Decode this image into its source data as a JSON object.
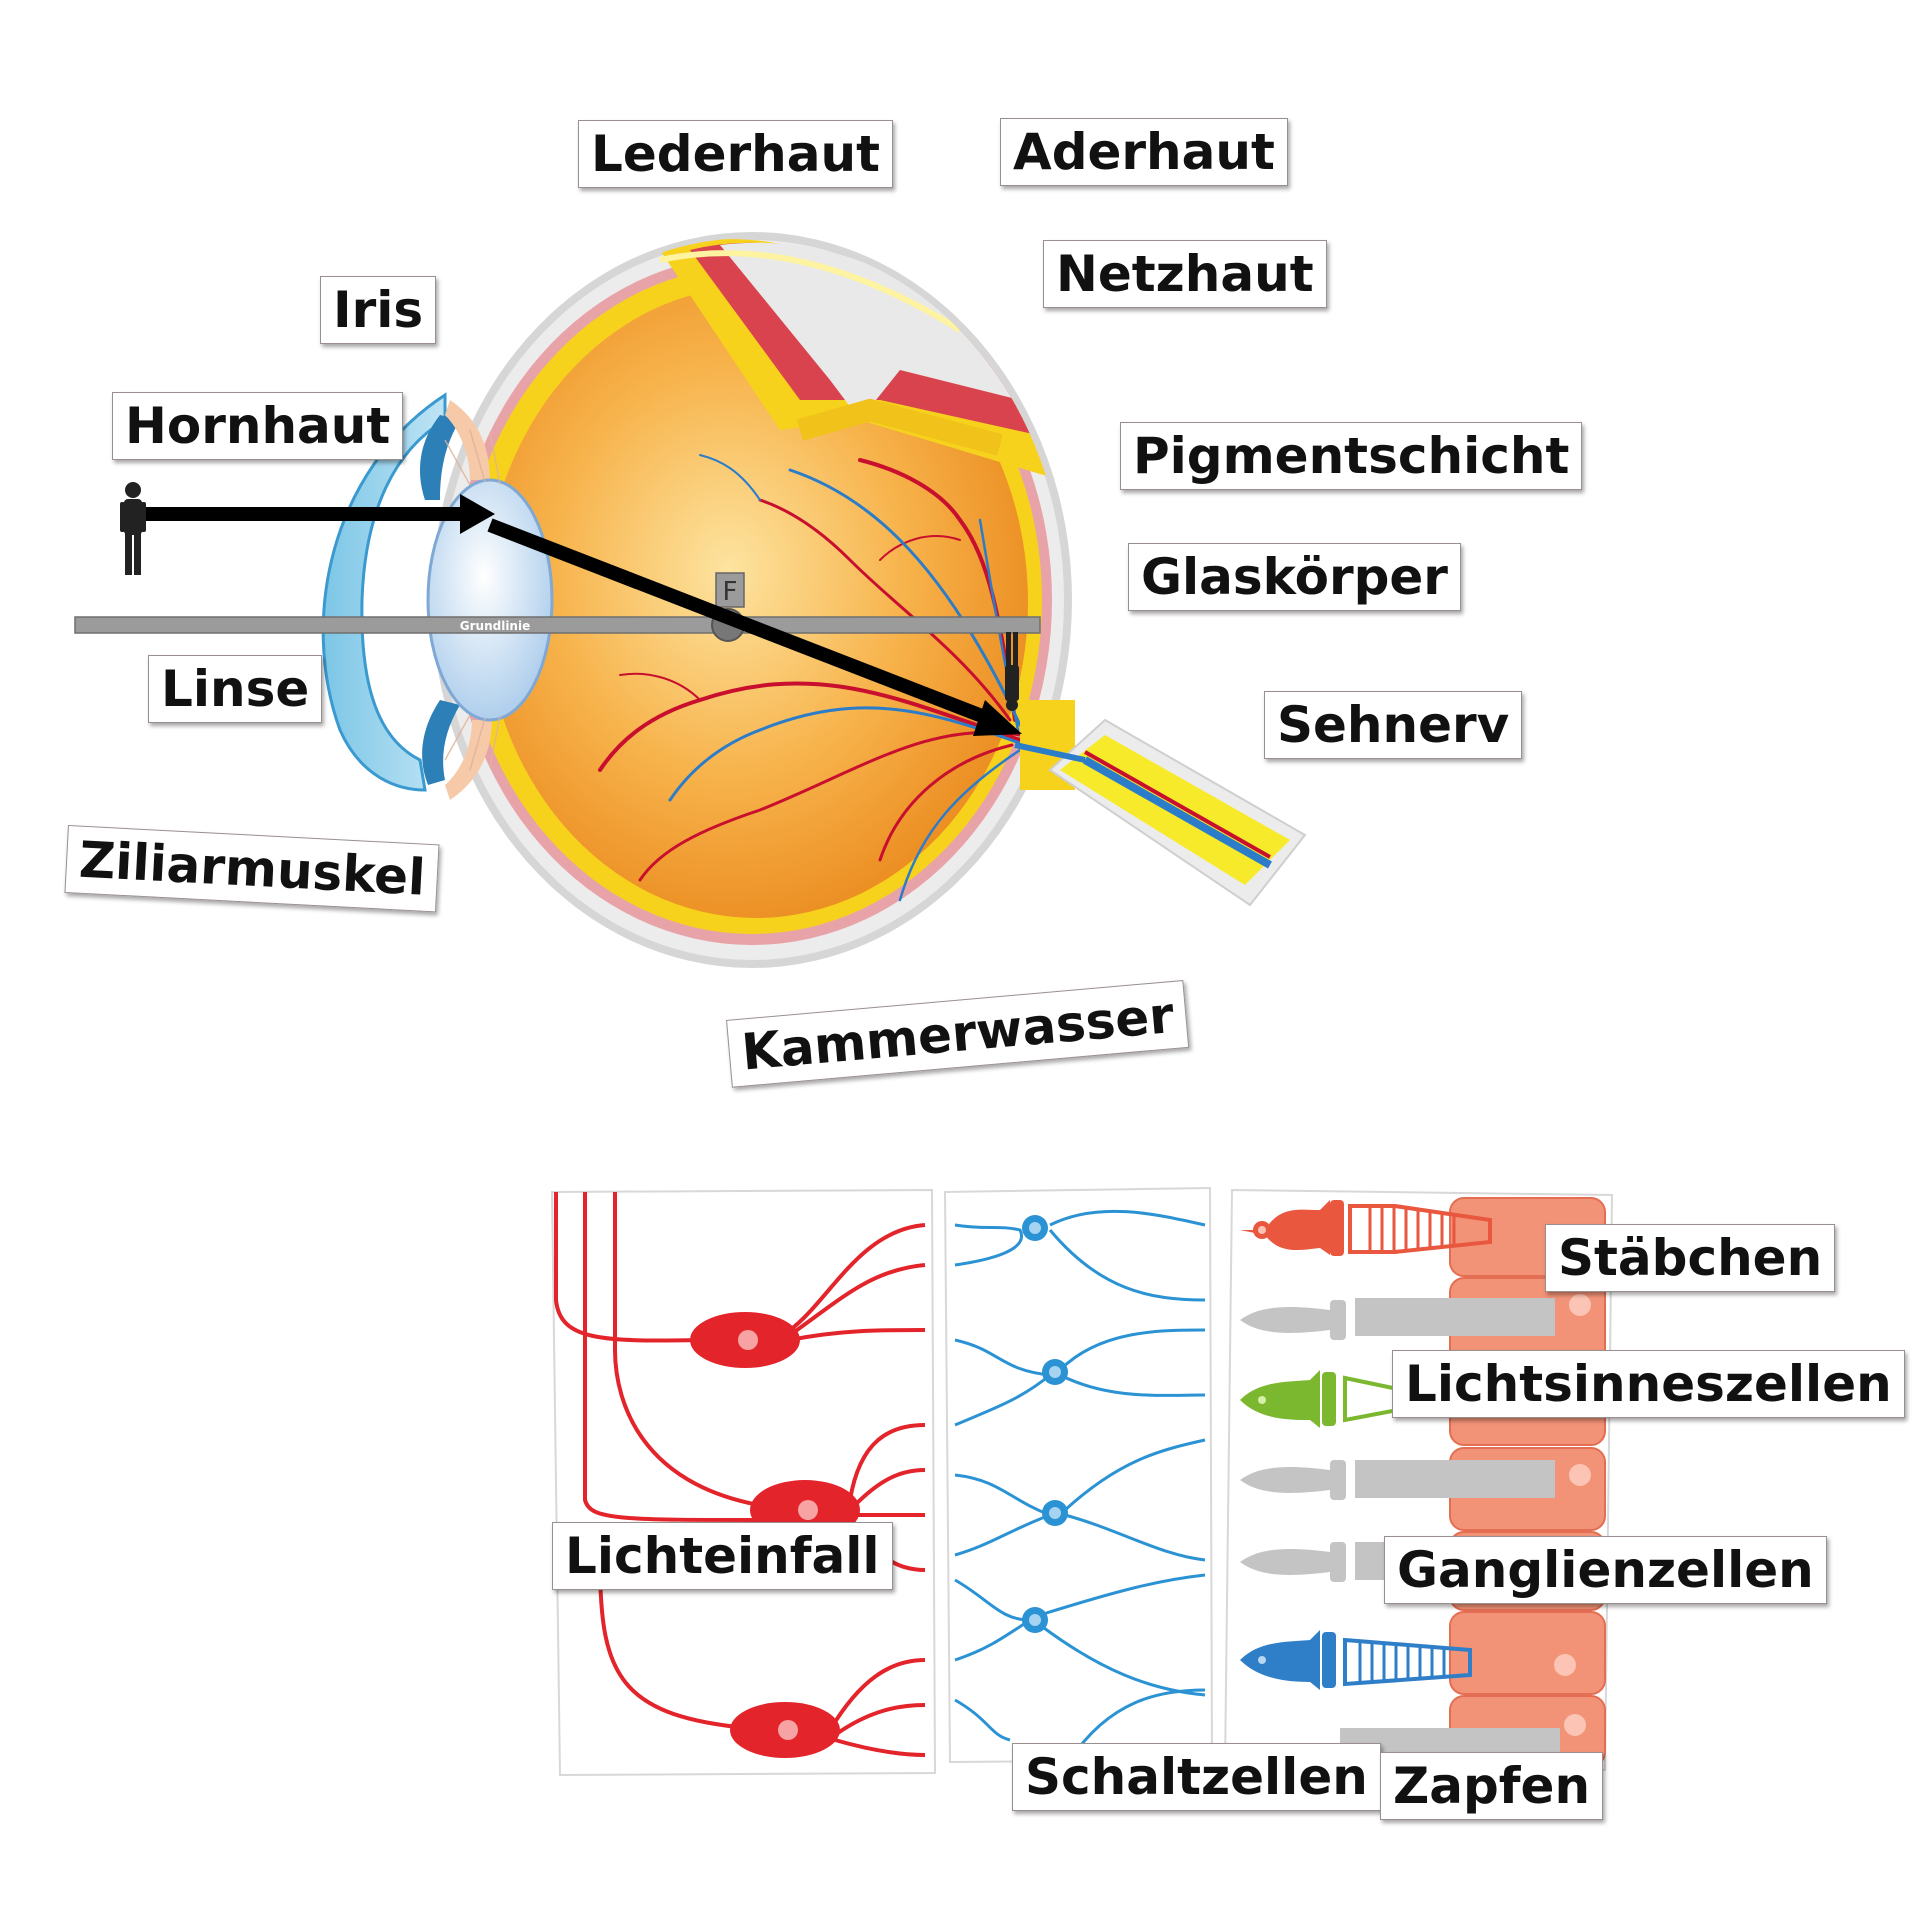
{
  "labels": {
    "lederhaut": "Lederhaut",
    "aderhaut": "Aderhaut",
    "netzhaut": "Netzhaut",
    "iris": "Iris",
    "hornhaut": "Hornhaut",
    "pigmentschicht": "Pigmentschicht",
    "glaskoerper": "Glaskörper",
    "linse": "Linse",
    "sehnerv": "Sehnerv",
    "ziliarmuskel": "Ziliarmuskel",
    "kammerwasser": "Kammerwasser",
    "staebchen": "Stäbchen",
    "lichtsinneszellen": "Lichtsinneszellen",
    "lichteinfall": "Lichteinfall",
    "ganglienzellen": "Ganglienzellen",
    "schaltzellen": "Schaltzellen",
    "zapfen": "Zapfen"
  },
  "diagram": {
    "baseline_text": "Grundlinie",
    "focal_point_letter": "F"
  },
  "colors": {
    "vitreous": "#f5a53a",
    "sclera": "#e3e3e3",
    "choroid": "#d9434e",
    "retina": "#f7d21c",
    "cornea": "#5db4dc",
    "lens": "#d8e9f7",
    "ganglion": "#e3242b",
    "bipolar": "#2b93d4",
    "rod_red": "#e9573f",
    "cone_green": "#7cb82f",
    "cone_blue": "#2f7fc8",
    "receptor_gray": "#c4c4c4",
    "pigment_cells": "#f29377"
  }
}
